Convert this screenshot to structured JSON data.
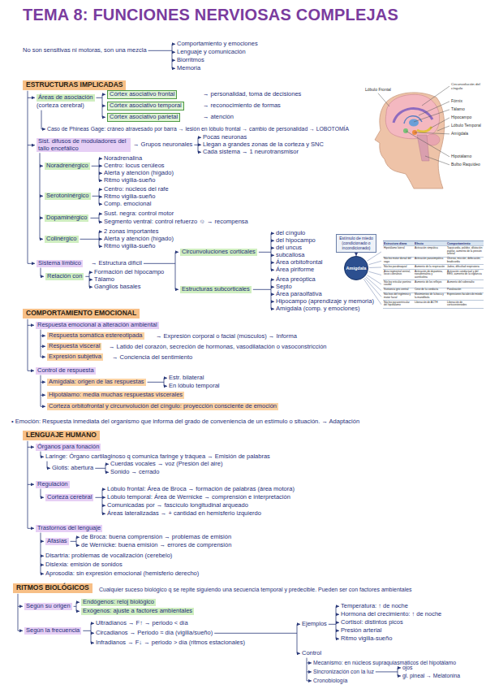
{
  "diagram": {
    "title": "TEMA 8: FUNCIONES NERVIOSAS COMPLEJAS",
    "nodes": [
      {
        "text": [
          "ESTRUCTURAS IMPLICADAS"
        ]
      },
      {
        "text": [
          "COMPORTAMIENTO EMOCIONAL"
        ]
      },
      {
        "text": [
          "LENGUAJE HUMANO"
        ]
      },
      {
        "text": [
          "RITMOS BIOLÓGICOS"
        ]
      },
      {
        "text": [
          "Estímulo de miedo (condicionado o incondicionado)"
        ]
      },
      {
        "text": [
          "Amígdala"
        ]
      }
    ],
    "edges": [
      {
        "from": 4,
        "to": 5,
        "arrow": "to"
      }
    ],
    "labels": [
      "No son sensitivas ni motoras, son una mezcla",
      "Comportamiento y emociones",
      "Lenguaje y comunicación",
      "Biorritmos",
      "Memoria",
      "Áreas de asociación",
      "(corteza cerebral)",
      "Córtex asociativo frontal",
      "→ personalidad, toma de decisiones",
      "Córtex asociativo temporal",
      "→ reconocimiento de formas",
      "Córtex asociativo parietal",
      "→ atención",
      "Caso de Phineas Gage: cráneo atravesado por barra → lesión en lóbulo frontal → cambio de personalidad → LOBOTOMÍA",
      "Sist. difusos de moduladores del tallo encefálico",
      "→ Grupos neuronales",
      "Pocas neuronas",
      "Llegan a grandes zonas de la corteza y SNC",
      "Cada sistema → 1 neurotransmisor",
      "Noradrenérgico",
      "Noradrenalina",
      "Centro: locus cerúleos",
      "Alerta y atención (hígado)",
      "Ritmo vigilia-sueño",
      "Serotoninérgico",
      "Centro: núcleos del rafe",
      "Ritmo vigilia-sueño",
      "Comp. emocional",
      "Dopaminérgico",
      "Sust. negra: control motor",
      "Segmento ventral: control refuerzo ☺ → recompensa",
      "Colinérgico",
      "2 zonas importantes",
      "Alerta y atención (hígado)",
      "Ritmo vigilia-sueño",
      "Sistema límbico",
      "→ Estructura difícil",
      "Circunvoluciones corticales",
      "del cíngulo",
      "del hipocampo",
      "del uncus",
      "subcallosa",
      "Área orbitofrontal",
      "Área piriforme",
      "Estructuras subcorticales",
      "Área preóptica",
      "Septo",
      "Área paraolfativa",
      "Hipocampo (aprendizaje y memoria)",
      "Amígdala (comp. y emociones)",
      "Relación con",
      "Formación del hipocampo",
      "Tálamo",
      "Ganglios basales",
      "Lóbulo Frontal",
      "Circunvolución del cíngulo",
      "Fórnix",
      "Tálamo",
      "Hipocampo",
      "Lóbulo Temporal",
      "Amígdala",
      "Hipotálamo",
      "Bulbo Raquídeo",
      "Estructura diana",
      "Efecto",
      "Comportamiento",
      "Hipotálamo lateral",
      "Activación simpática",
      "Taquicardia, palidez, dilatación pupilar, aumento de la presión arterial",
      "Núcleo motor dorsal del vago",
      "Activación parasimpática",
      "Úlceras, micción, defecación, bradicardia",
      "Núcleo parabraquial",
      "Aumento de la respiración",
      "Jadeo, dificultad respiratoria",
      "Área tegmental ventral, locus coeruleus",
      "Activación de dopamina, noradrenalina y acetilcolina",
      "Activación conductual y del EEG, aumento de la vigilancia",
      "Núcleo reticular pontino caudal",
      "Aumento de los reflejos",
      "Aumento del sobresalto",
      "Sustancia gris central",
      "Cese de la conducta",
      "Paralización",
      "Núcleos del trigémino y motor facial",
      "Movimientos de la boca y la mandíbula",
      "Expresiones faciales de miedo",
      "Núcleo paraventricular del hipotálamo",
      "Liberación de ACTH",
      "Liberación de corticoesteroides",
      "Respuesta emocional a alteración ambiental",
      "Respuesta somática estereotipada",
      "→ Expresión corporal o facial (músculos) → Informa",
      "Respuesta visceral",
      "→ Latido del corazón, secreción de hormonas, vasodilatación o vasoconstricción",
      "Expresión subjetiva",
      "→ Conciencia del sentimiento",
      "Control de respuesta",
      "Amígdala: origen de las respuestas",
      "Estr. bilateral",
      "En lóbulo temporal",
      "Hipotálamo: media muchas respuestas viscerales",
      "Corteza orbitofrontal y circunvolución del cíngulo: proyección consciente de emoción",
      "• Emoción: Respuesta inmediata del organismo que informa del grado de conveniencia de un estímulo o situación. → Adaptación",
      "Órganos para fonación",
      "Laringe: Órgano cartilaginoso q comunica faringe y tráquea → Emisión de palabras",
      "Glotis: abertura",
      "Cuerdas vocales → voz (Presión del aire)",
      "Sonido → cerrado",
      "Regulación",
      "Corteza cerebral",
      "Lóbulo frontal: Área de Broca → formación de palabras (área motora)",
      "Lóbulo temporal: Área de Wernicke → comprensión e interpretación",
      "Comunicadas por → fascículo longitudinal arqueado",
      "Áreas lateralizadas → + cantidad en hemisferio izquierdo",
      "Trastornos del lenguaje",
      "Afasias",
      "de Broca: buena comprensión → problemas de emisión",
      "de Wernicke: buena emisión → errores de comprensión",
      "Disartria: problemas de vocalización (cerebelo)",
      "Dislexia: emisión de sonidos",
      "Aprosodia: sin expresión emocional (hemisferio derecho)",
      "Cualquier suceso biológico q se repite siguiendo una secuencia temporal y predecible. Pueden ser con factores ambientales",
      "Según su origen",
      "Endógenos: reloj biológico",
      "Exógenos: ajuste a factores ambientales",
      "Según la frecuencia",
      "Ultradianos → F↑ → periodo < día",
      "Circadianos → Periodo ≈ día (vigilia/sueño)",
      "Infradianos → F↓ → periodo > día (ritmos estacionales)",
      "Ejemplos",
      "Temperatura: ↑ de noche",
      "Hormona del crecimiento: ↑ de noche",
      "Cortisol: distintos picos",
      "Presión arterial",
      "Ritmo vigilia-sueño",
      "Control",
      "Mecanismo: en núcleos supraquiasmáticos del hipotálamo",
      "Sincronización con la luz",
      "ojos",
      "gl. pineal → Melatonina",
      "Cronobiología"
    ]
  }
}
